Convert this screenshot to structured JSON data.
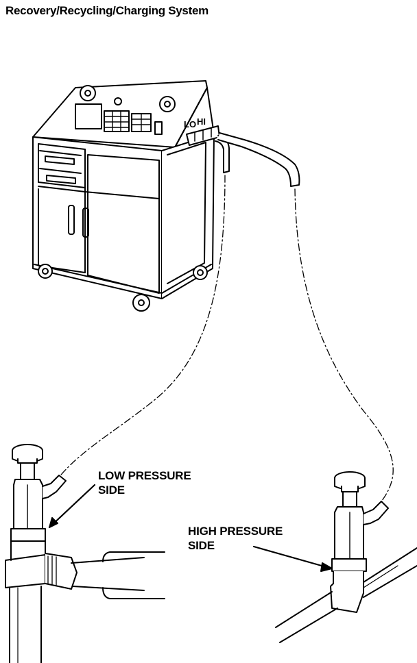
{
  "title": "Recovery/Recycling/Charging System",
  "labels": {
    "low_pressure_line1": "LOW PRESSURE",
    "low_pressure_line2": "SIDE",
    "high_pressure_line1": "HIGH PRESSURE",
    "high_pressure_line2": "SIDE",
    "panel_lo": "LO",
    "panel_hi": "HI"
  },
  "colors": {
    "ink": "#000000",
    "paper": "#ffffff"
  }
}
